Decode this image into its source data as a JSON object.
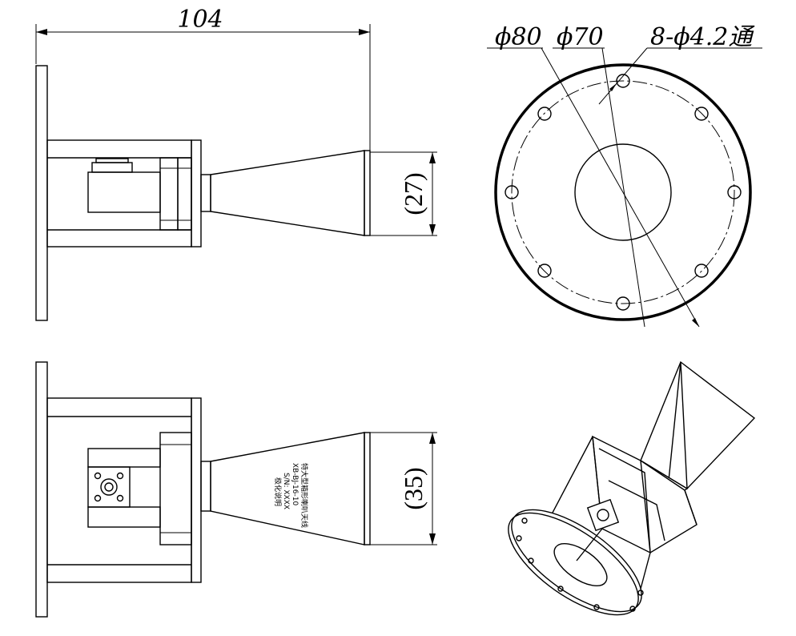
{
  "dimensions": {
    "overall_length": "104",
    "aperture_e_plane": "(27)",
    "aperture_h_plane": "(35)",
    "flange_od": "ϕ80",
    "bolt_circle": "ϕ70",
    "holes": "8-ϕ4.2通"
  },
  "label_lines": [
    "特大型箱形喇叭天线",
    "XB-BJ-16-10",
    "S/N: XXXX",
    "极化说明"
  ],
  "colors": {
    "line": "#000000",
    "background": "#ffffff"
  }
}
